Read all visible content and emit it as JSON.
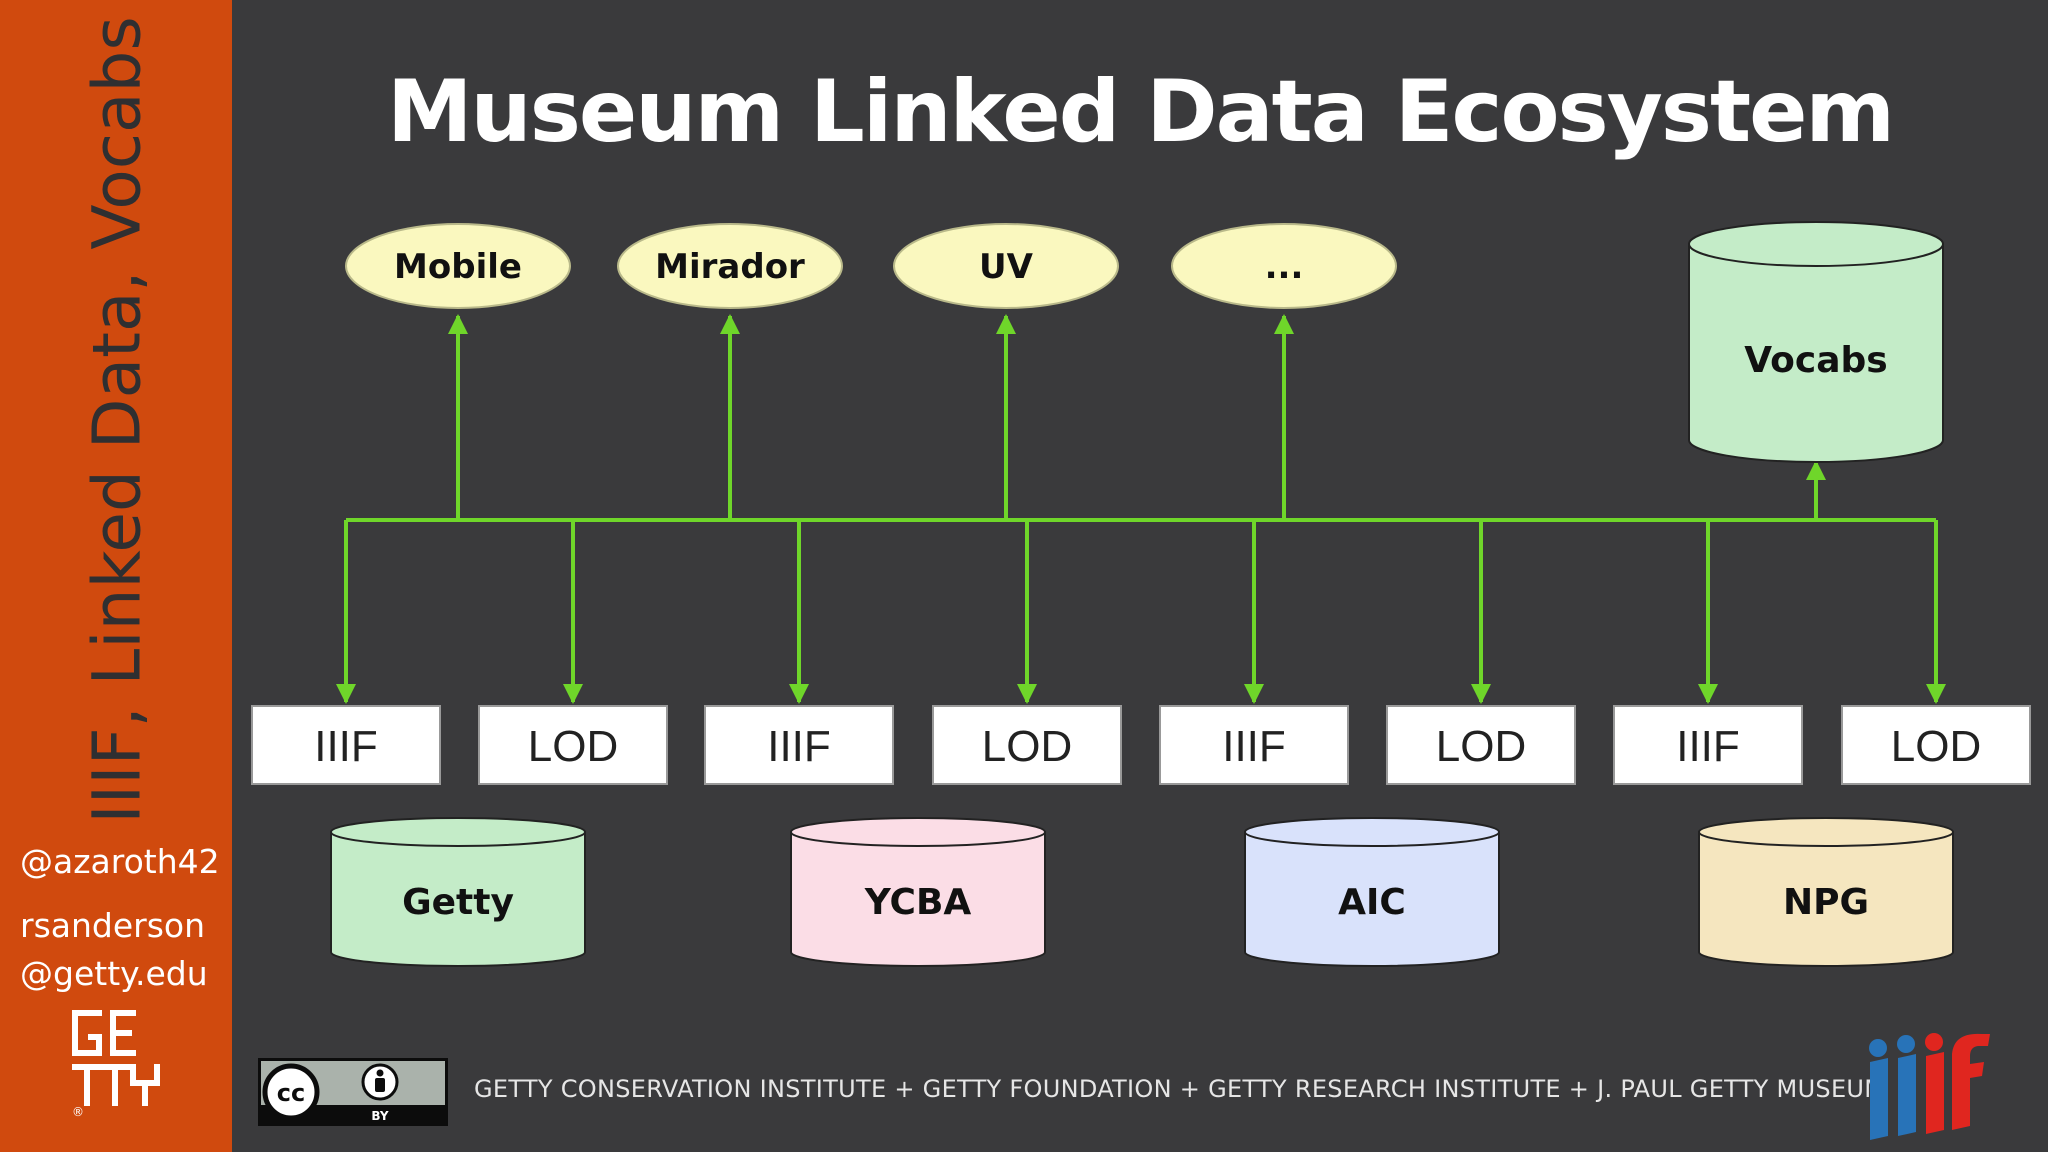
{
  "slide": {
    "title": "Museum Linked Data Ecosystem"
  },
  "sidebar": {
    "vertical_title": "IIIF, Linked Data, Vocabs",
    "handle": "@azaroth42",
    "email_line1": "rsanderson",
    "email_line2": "@getty.edu",
    "logo_text": "GETTY",
    "logo_mark": "®"
  },
  "diagram": {
    "clients": [
      {
        "label": "Mobile"
      },
      {
        "label": "Mirador"
      },
      {
        "label": "UV"
      },
      {
        "label": "..."
      }
    ],
    "vocab_store": {
      "label": "Vocabs"
    },
    "endpoints": [
      {
        "label": "IIIF"
      },
      {
        "label": "LOD"
      },
      {
        "label": "IIIF"
      },
      {
        "label": "LOD"
      },
      {
        "label": "IIIF"
      },
      {
        "label": "LOD"
      },
      {
        "label": "IIIF"
      },
      {
        "label": "LOD"
      }
    ],
    "museums": [
      {
        "label": "Getty",
        "color": "#c4ecc8"
      },
      {
        "label": "YCBA",
        "color": "#fbdde6"
      },
      {
        "label": "AIC",
        "color": "#d9e2fb"
      },
      {
        "label": "NPG",
        "color": "#f5e6bf"
      }
    ],
    "client_color": "#faf8bf",
    "vocab_color": "#c4ecc8",
    "connector_color": "#6fd62a"
  },
  "footer": {
    "text": "GETTY CONSERVATION INSTITUTE + GETTY FOUNDATION + GETTY RESEARCH INSTITUTE + J. PAUL GETTY MUSEUM",
    "license_badge": "CC BY",
    "iiif_logo": "iiif"
  }
}
